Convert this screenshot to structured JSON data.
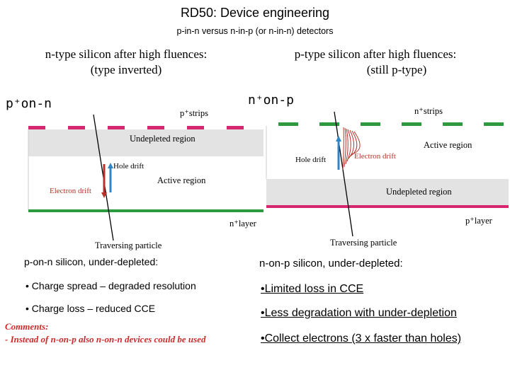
{
  "title": "RD50: Device engineering",
  "subtitle": "p-in-n versus n-in-p (or n-in-n) detectors",
  "left": {
    "heading_line1": "n-type silicon after high fluences:",
    "heading_line2": "(type inverted)",
    "structure": "p⁺on-n",
    "strips": "p⁺strips",
    "undepleted": "Undepleted region",
    "hole_drift": "Hole drift",
    "active": "Active region",
    "electron_drift": "Electron drift",
    "back_layer": "n⁺layer",
    "particle": "Traversing particle",
    "summary": "p-on-n silicon, under-depleted:",
    "bullets": [
      "• Charge spread – degraded resolution",
      "• Charge loss – reduced CCE"
    ]
  },
  "right": {
    "heading_line1": "p-type silicon after high fluences:",
    "heading_line2": "(still p-type)",
    "structure": "n⁺on-p",
    "strips": "n⁺strips",
    "active": "Active region",
    "hole_drift": "Hole drift",
    "electron_drift": "Electron drift",
    "undepleted": "Undepleted region",
    "back_layer": "p⁺layer",
    "particle": "Traversing particle",
    "summary": "n-on-p silicon, under-depleted:",
    "bullets": [
      "•Limited loss in CCE",
      "•Less degradation with under-depletion",
      "•Collect electrons (3 x faster than holes)"
    ]
  },
  "comments": {
    "label": "Comments:",
    "line": "- Instead of n-on-p also n-on-n devices could be used"
  },
  "colors": {
    "p_strip": "#d6266e",
    "n_strip": "#2e9a3f",
    "undepleted_fill": "#e3e3e3",
    "hole_arrow": "#2f86c7",
    "electron_arrow": "#b8322a",
    "comment": "#cc2a2a"
  }
}
